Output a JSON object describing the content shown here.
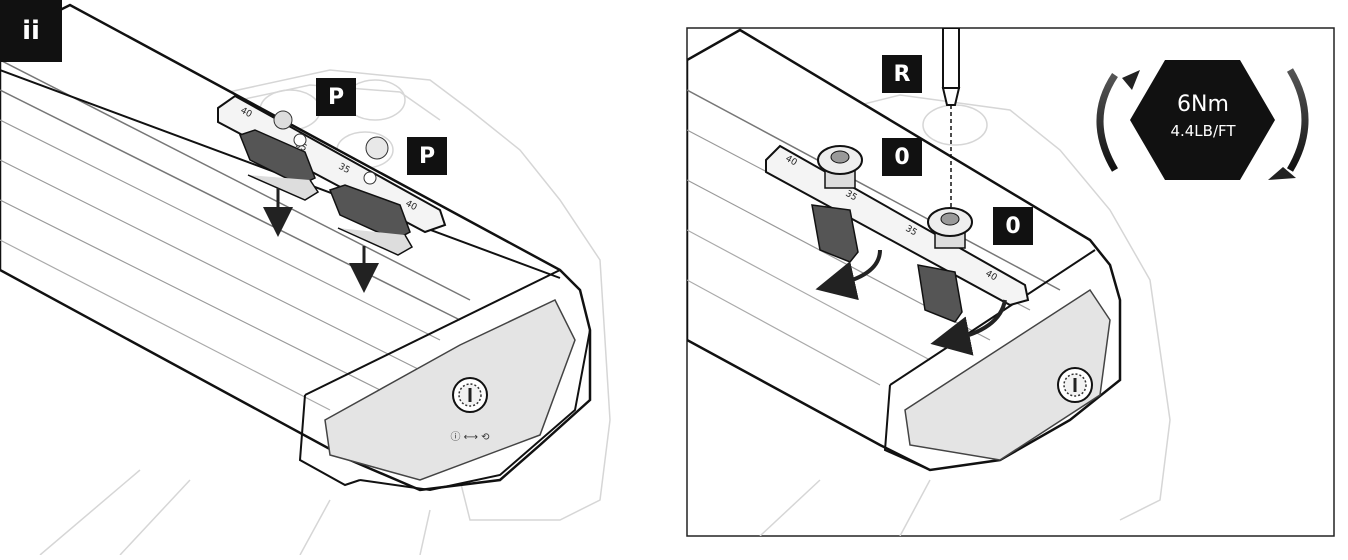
{
  "step_badge": "ii",
  "left_panel": {
    "labels": [
      "P",
      "P"
    ],
    "scale_marks": [
      "40",
      "35",
      "35",
      "40"
    ]
  },
  "right_panel": {
    "tool_label": "R",
    "bolt_labels": [
      "0",
      "0"
    ],
    "torque": {
      "value": "6Nm",
      "imperial": "4.4LB/FT"
    },
    "scale_marks": [
      "40",
      "35",
      "35",
      "40"
    ]
  }
}
